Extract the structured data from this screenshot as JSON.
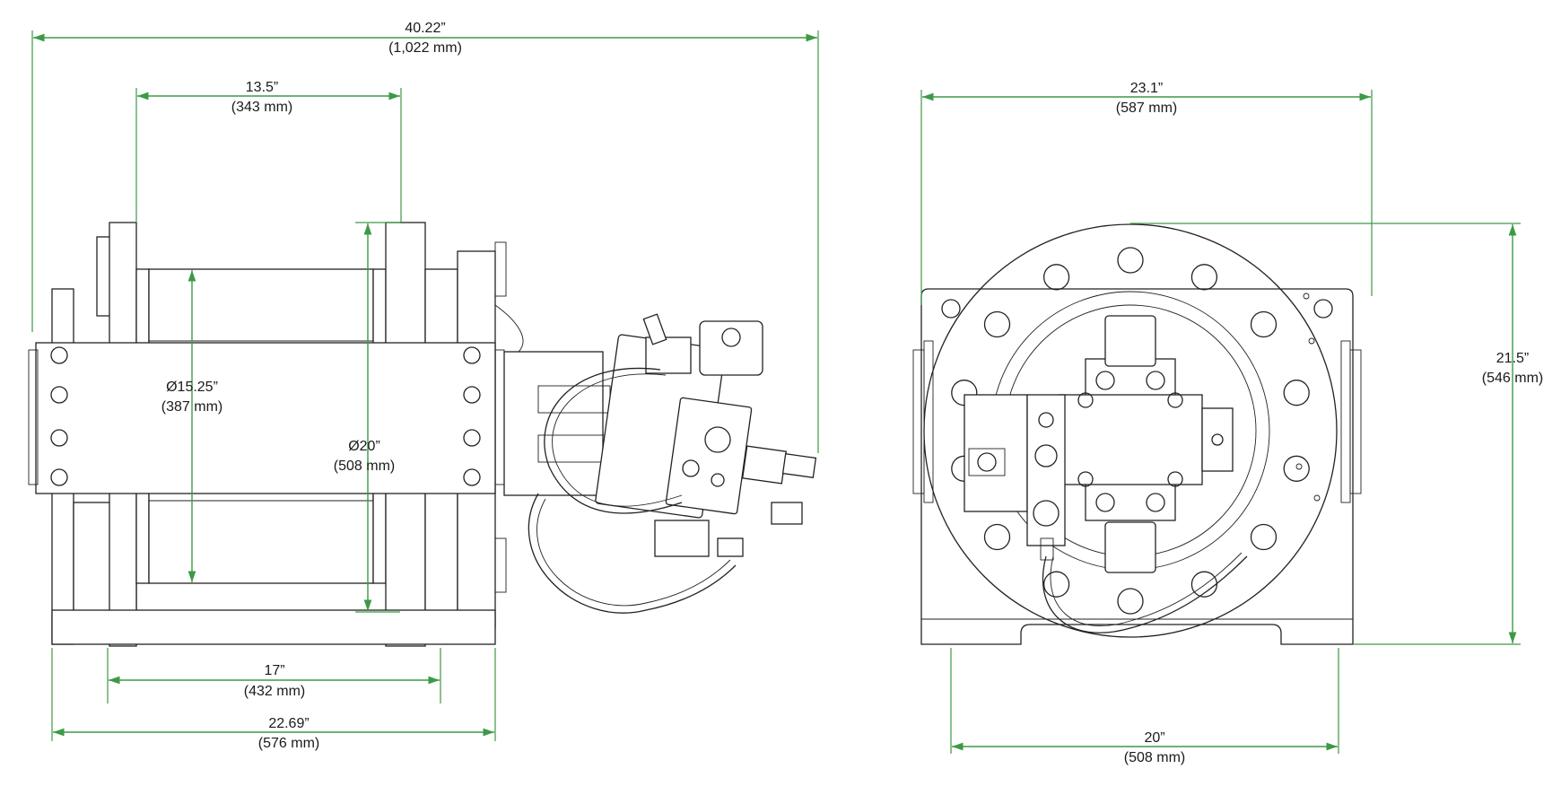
{
  "colors": {
    "dimension_line": "#3c9a46",
    "drawing": "#222222",
    "background": "#ffffff"
  },
  "dimensions": {
    "overall_length": {
      "inches": "40.22”",
      "mm": "(1,022 mm)"
    },
    "drum_length": {
      "inches": "13.5”",
      "mm": "(343 mm)"
    },
    "drum_diameter": {
      "inches": "Ø15.25”",
      "mm": "(387 mm)"
    },
    "flange_diameter": {
      "inches": "Ø20”",
      "mm": "(508 mm)"
    },
    "foot_spacing_side": {
      "inches": "17”",
      "mm": "(432 mm)"
    },
    "base_length": {
      "inches": "22.69”",
      "mm": "(576 mm)"
    },
    "overall_width": {
      "inches": "23.1”",
      "mm": "(587 mm)"
    },
    "overall_height": {
      "inches": "21.5”",
      "mm": "(546 mm)"
    },
    "foot_spacing_end": {
      "inches": "20”",
      "mm": "(508 mm)"
    }
  }
}
